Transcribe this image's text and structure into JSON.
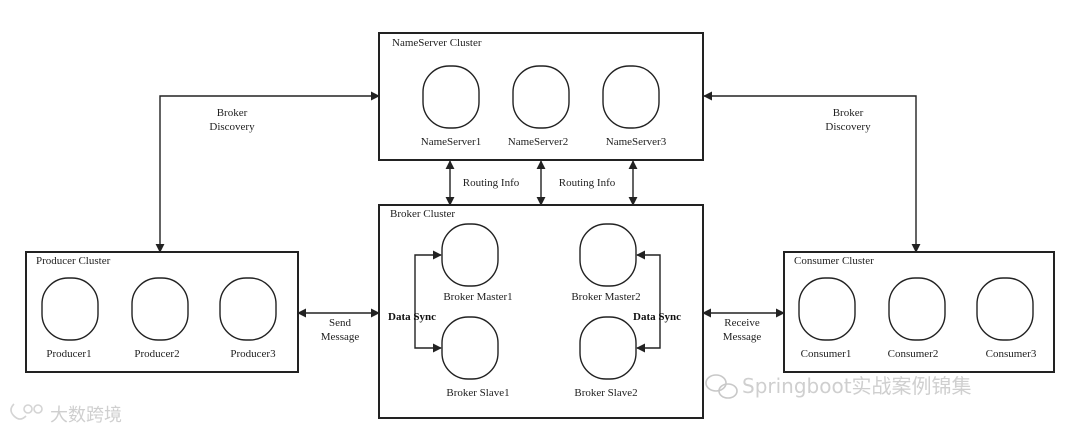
{
  "nameserver_cluster": {
    "title": "NameServer Cluster",
    "nodes": [
      "NameServer1",
      "NameServer2",
      "NameServer3"
    ]
  },
  "broker_cluster": {
    "title": "Broker Cluster",
    "masters": [
      "Broker Master1",
      "Broker Master2"
    ],
    "slaves": [
      "Broker Slave1",
      "Broker Slave2"
    ],
    "sync_label": "Data Sync"
  },
  "producer_cluster": {
    "title": "Producer Cluster",
    "nodes": [
      "Producer1",
      "Producer2",
      "Producer3"
    ]
  },
  "consumer_cluster": {
    "title": "Consumer Cluster",
    "nodes": [
      "Consumer1",
      "Consumer2",
      "Consumer3"
    ]
  },
  "edges": {
    "broker_discovery": [
      "Broker",
      "Discovery"
    ],
    "routing_info": "Routing Info",
    "send_message": [
      "Send",
      "Message"
    ],
    "receive_message": [
      "Receive",
      "Message"
    ]
  },
  "watermarks": {
    "left": "大数跨境",
    "right": "Springboot实战案例锦集"
  }
}
